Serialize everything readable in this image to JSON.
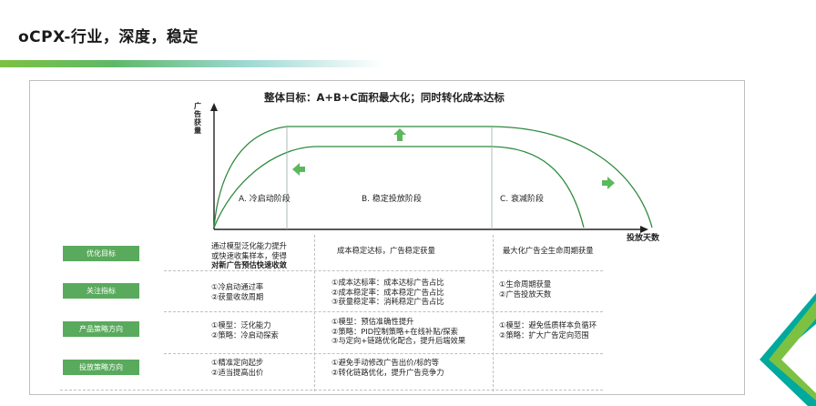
{
  "page": {
    "title": "oCPX-行业，深度，稳定"
  },
  "diagram": {
    "goal": "整体目标：A+B+C面积最大化；同时转化成本达标",
    "y_axis_label": "广告获量",
    "x_axis_label": "投放天数",
    "phases": [
      "A. 冷启动阶段",
      "B. 稳定投放阶段",
      "C. 衰减阶段"
    ],
    "colors": {
      "curve": "#2e8b3e",
      "axis": "#222222",
      "arrow": "#5cb85c",
      "label_bg": "#5aaa5d",
      "accent": "#00a99d"
    }
  },
  "table": {
    "rows": [
      {
        "label": "优化目标",
        "cols": [
          [
            "通过模型泛化能力提升",
            "或快速收集样本，使得",
            "对新广告预估快速收敛"
          ],
          [
            "成本稳定达标，广告稳定获量"
          ],
          [
            "最大化广告全生命周期获量"
          ]
        ]
      },
      {
        "label": "关注指标",
        "cols": [
          [
            "①冷启动通过率",
            "②获量收敛周期"
          ],
          [
            "①成本达标率：成本达标广告占比",
            "②成本稳定率：成本稳定广告占比",
            "③获量稳定率：消耗稳定广告占比"
          ],
          [
            "①生命周期获量",
            "②广告投放天数"
          ]
        ]
      },
      {
        "label": "产品策略方向",
        "cols": [
          [
            "①模型：泛化能力",
            "②策略：冷启动探索"
          ],
          [
            "①模型：预估准确性提升",
            "②策略：PID控制策略+在线补贴/探索",
            "③与定向+链路优化配合，提升后端效果"
          ],
          [
            "①模型：避免低质样本负循环",
            "②策略：扩大广告定向范围"
          ]
        ]
      },
      {
        "label": "投放策略方向",
        "cols": [
          [
            "①精准定向起步",
            "②适当提高出价"
          ],
          [
            "①避免手动修改广告出价/标的等",
            "②转化链路优化，提升广告竞争力"
          ],
          []
        ]
      }
    ]
  }
}
